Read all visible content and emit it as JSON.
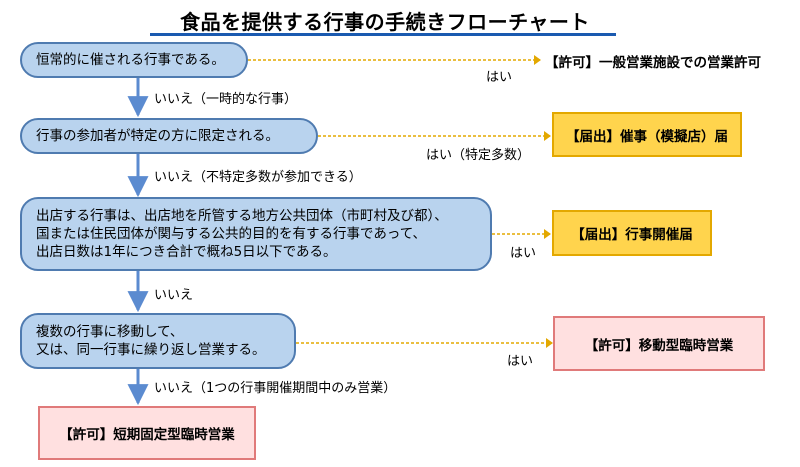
{
  "title": "食品を提供する行事の手続きフローチャート",
  "colors": {
    "question_fill": "#b9d3ee",
    "question_border": "#4f7bb0",
    "arrow": "#5b8bd0",
    "notice_fill": "#ffd44d",
    "permit_fill": "#ffe0e0"
  },
  "questions": [
    {
      "lines": [
        "恒常的に催される行事である。"
      ]
    },
    {
      "lines": [
        "行事の参加者が特定の方に限定される。"
      ]
    },
    {
      "lines": [
        "出店する行事は、出店地を所管する地方公共団体（市町村及び都）、",
        "国または住民団体が関与する公共的目的を有する行事であって、",
        "出店日数は1年につき合計で概ね5日以下である。"
      ]
    },
    {
      "lines": [
        "複数の行事に移動して、",
        "又は、同一行事に繰り返し営業する。"
      ]
    }
  ],
  "results": [
    {
      "text": "【許可】一般営業施設での営業許可",
      "style": "plain"
    },
    {
      "text": "【届出】催事（模擬店）届",
      "style": "yellow"
    },
    {
      "text": "【届出】行事開催届",
      "style": "yellow"
    },
    {
      "text": "【許可】移動型臨時営業",
      "style": "pink"
    },
    {
      "text": "【許可】短期固定型臨時営業",
      "style": "pink"
    }
  ],
  "yes_labels": [
    "はい",
    "はい（特定多数）",
    "はい",
    "はい"
  ],
  "no_labels": [
    "いいえ（一時的な行事）",
    "いいえ（不特定多数が参加できる）",
    "いいえ",
    "いいえ（1つの行事開催期間中のみ営業）"
  ]
}
